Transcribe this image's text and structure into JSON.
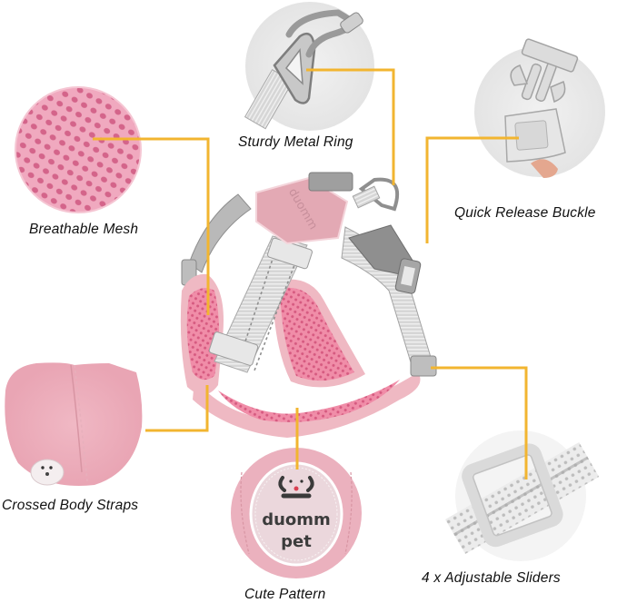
{
  "diagram": {
    "type": "product-feature-callouts",
    "subject": "pink dog harness with grey reflective straps",
    "accent_line_color": "#F2B530",
    "colors": {
      "mesh_pink": "#E98BA6",
      "pad_pink": "#EDB3BE",
      "strap_grey": "#C9C9C9",
      "buckle_grey": "#8E8E8E",
      "metal": "#B5B5B5"
    },
    "harness_logo": "duomm",
    "callouts": [
      {
        "id": "mesh",
        "label": "Breathable Mesh",
        "icon": "mesh-closeup"
      },
      {
        "id": "ring",
        "label": "Sturdy Metal Ring",
        "icon": "metal-ring-closeup"
      },
      {
        "id": "buckle",
        "label": "Quick Release Buckle",
        "icon": "buckle-closeup"
      },
      {
        "id": "straps",
        "label": "Crossed Body Straps",
        "icon": "straps-closeup"
      },
      {
        "id": "pattern",
        "label": "Cute Pattern",
        "icon": "badge-closeup",
        "badge_text_1": "duomm",
        "badge_text_2": "pet"
      },
      {
        "id": "sliders",
        "label": "4 x Adjustable Sliders",
        "icon": "slider-closeup"
      }
    ]
  }
}
